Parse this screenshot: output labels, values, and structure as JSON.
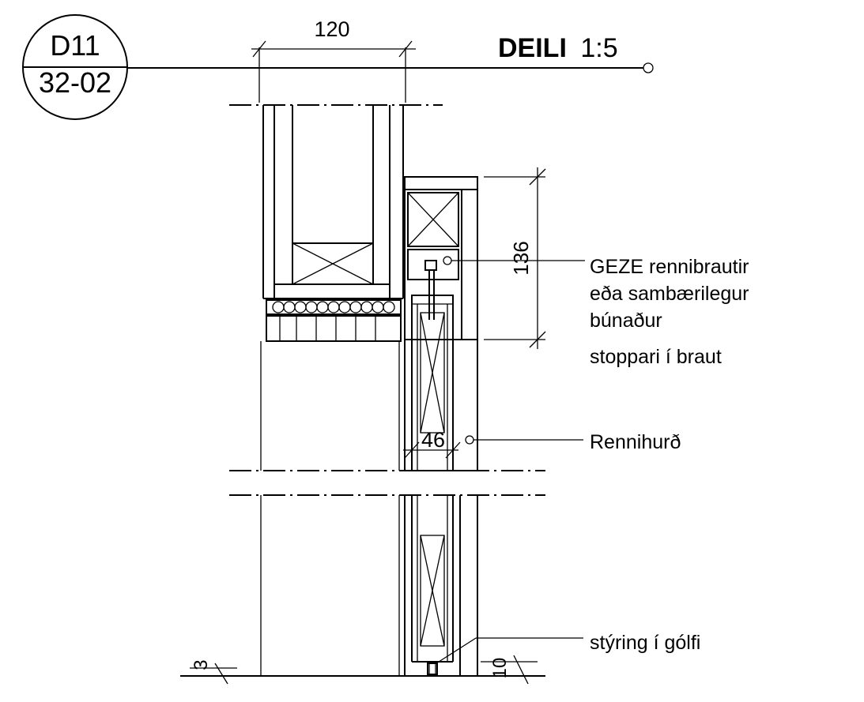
{
  "detail_tag": {
    "number": "D11",
    "sheet": "32-02"
  },
  "title": {
    "main": "DEILI",
    "scale": "1:5"
  },
  "dimensions": {
    "top_width": "120",
    "slide_rail_height": "136",
    "door_thickness": "46",
    "left_gap": "3",
    "floor_gap": "10"
  },
  "callouts": {
    "rail_line1": "GEZE rennibrautir",
    "rail_line2": "eða sambærilegur",
    "rail_line3": "búnaður",
    "rail_line4": "stoppari í braut",
    "door": "Rennihurð",
    "floor_guide": "stýring í gólfi"
  }
}
